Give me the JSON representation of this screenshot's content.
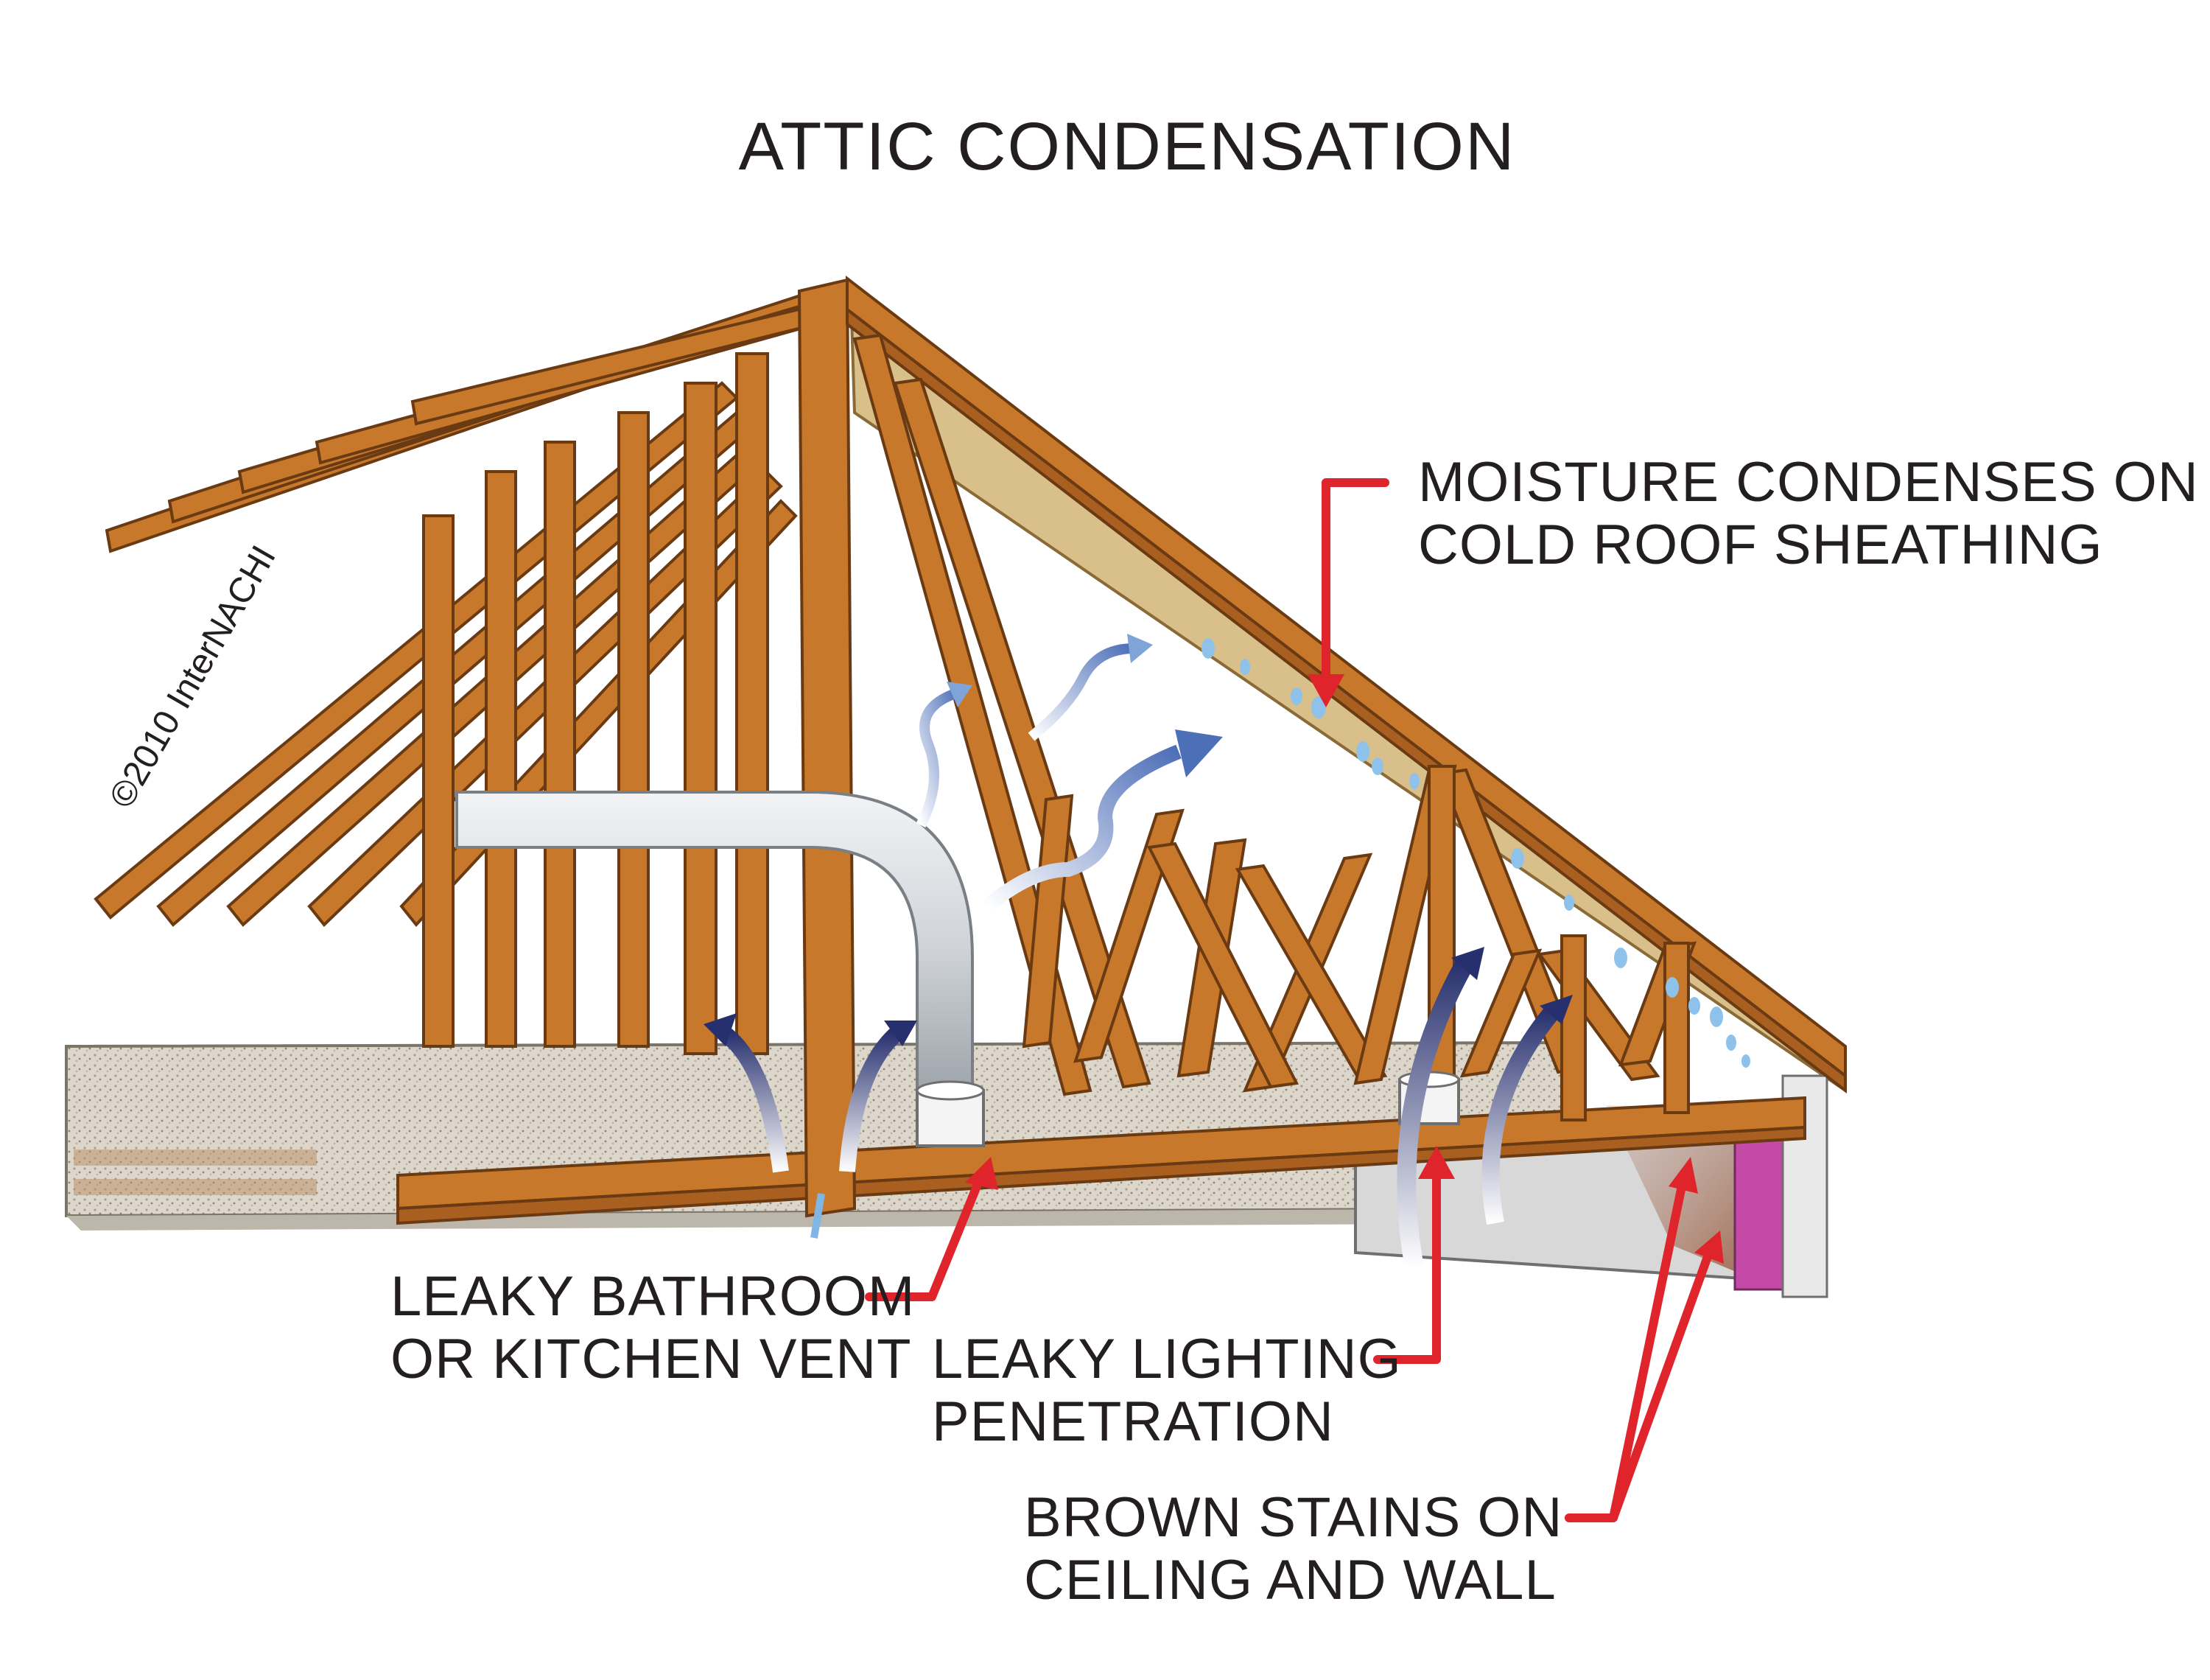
{
  "title": "ATTIC CONDENSATION",
  "copyright": "©2010 InterNACHI",
  "labels": {
    "moisture": [
      "MOISTURE CONDENSES ON",
      "COLD ROOF SHEATHING"
    ],
    "vent": [
      "LEAKY BATHROOM",
      "OR KITCHEN VENT"
    ],
    "lighting": [
      "LEAKY LIGHTING",
      "PENETRATION"
    ],
    "stains": [
      "BROWN STAINS ON",
      "CEILING AND WALL"
    ]
  },
  "colors": {
    "wood": "#c8782b",
    "wood_outline": "#6a3a12",
    "sheathing": "#d9c08a",
    "insulation": "#d8d3c8",
    "duct": "#cfd3d8",
    "pointer": "#e0242b",
    "vapor": "#7fb6e6",
    "air_flow": "#27306e",
    "stain": "#9a6a50",
    "wall_accent": "#c54aa8"
  }
}
